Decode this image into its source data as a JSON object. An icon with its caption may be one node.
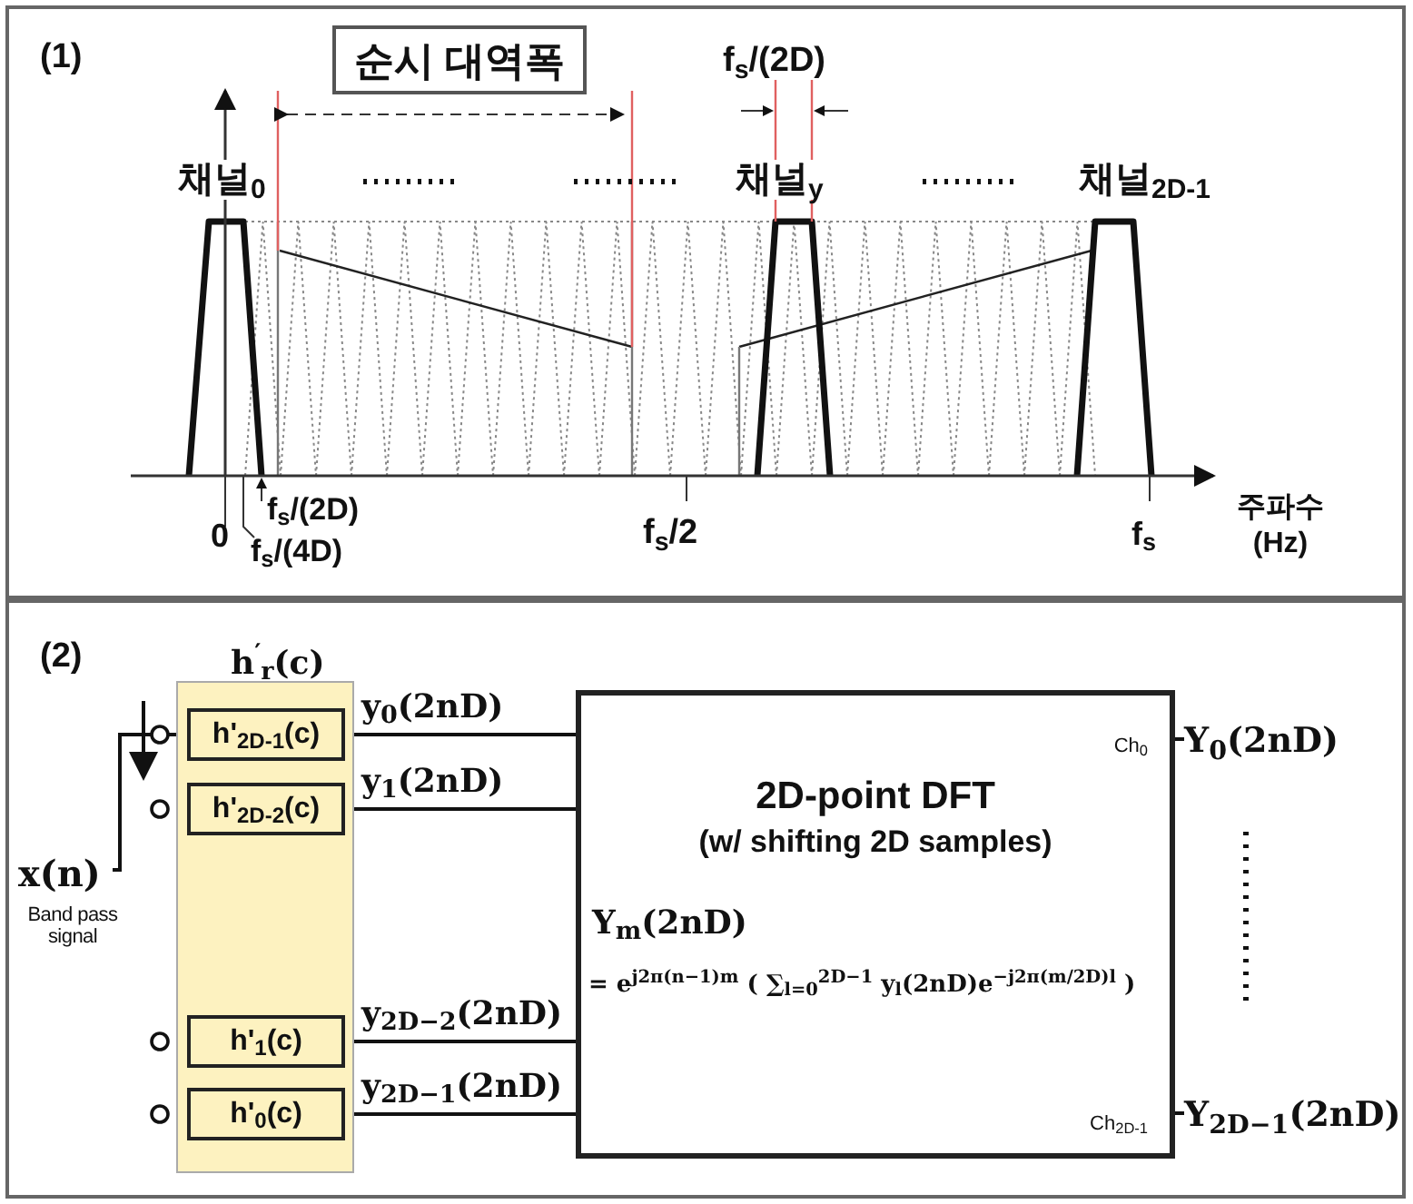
{
  "diagram": {
    "nodes": [
      {
        "text": [
          "순시 대역폭"
        ]
      },
      {
        "text": [
          "x(n)"
        ],
        "beside": [
          "Band pass signal"
        ]
      },
      {
        "text": [
          "h$^{′}$$_{r}$(c)"
        ]
      },
      {
        "text": [
          "h'$_{2D-1}$(c)"
        ],
        "in": 2
      },
      {
        "text": [
          "h'$_{2D-2}$(c)"
        ],
        "in": 2
      },
      {
        "text": [
          "h'$_{1}$(c)"
        ],
        "in": 2
      },
      {
        "text": [
          "h'$_{0}$(c)"
        ],
        "in": 2
      },
      {
        "text": [
          "2D-point DFT",
          "(w/ shifting 2D samples)",
          "Y$_{m}$(2nD)",
          "= e$^{j2π(n−1)m}$ ( ∑$_{l=0}$$^{2D−1}$ y$_{l}$(2nD)e$^{−j2π(m/2D)l}$ )",
          "Ch$_{0}$",
          "Ch$_{2D-1}$"
        ]
      },
      {
        "text": [
          "Y$_{0}$(2nD)"
        ]
      },
      {
        "text": [
          "Y$_{2D−1}$(2nD)"
        ]
      }
    ],
    "edges": [
      {
        "from": 1,
        "to": 3,
        "arrow": "other"
      },
      {
        "from": 3,
        "to": 7,
        "arrow": "none",
        "label": "y$_{0}$(2nD)"
      },
      {
        "from": 4,
        "to": 7,
        "arrow": "none",
        "label": "y$_{1}$(2nD)"
      },
      {
        "from": 5,
        "to": 7,
        "arrow": "none",
        "label": "y$_{2D−2}$(2nD)"
      },
      {
        "from": 6,
        "to": 7,
        "arrow": "none",
        "label": "y$_{2D−1}$(2nD)"
      },
      {
        "from": 7,
        "to": 8,
        "arrow": "none"
      },
      {
        "from": 7,
        "to": 9,
        "arrow": "none"
      }
    ],
    "labels": [
      "(1)",
      "f$_{s}$/(2D)",
      "채널$_{0}$",
      "채널$_{y}$",
      "채널$_{2D-1}$",
      "f$_{s}$/(2D)",
      "0",
      "f$_{s}$/2",
      "주파수 (Hz)",
      "f$_{s}$/(4D)",
      "f$_{s}$",
      "(2)"
    ]
  }
}
